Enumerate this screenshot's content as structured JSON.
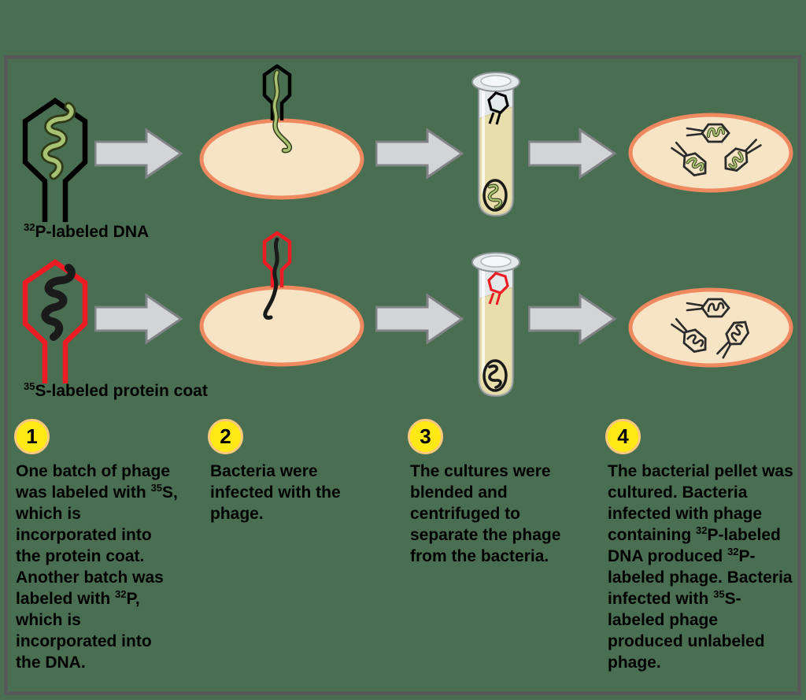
{
  "colors": {
    "bg": "#4a6e52",
    "frame": "#58595b",
    "ink": "#000000",
    "arrow_fill": "#d2d4d6",
    "arrow_stroke": "#808285",
    "cell_fill": "#f6e4c5",
    "cell_stroke": "#ef8a60",
    "coat1": "#000000",
    "coat2": "#ed1c24",
    "dna_green": "#a9c173",
    "dna_green_dark": "#2f3a16",
    "dna_dark": "#1a1a1a",
    "glass_fill": "#e3e8e9",
    "glass_stroke": "#8d9496",
    "liquid": "#e8deac",
    "circle_fill": "#ffe914",
    "circle_border": "#f9c97c"
  },
  "figure": {
    "row1": {
      "label": "^{32}P-labeled DNA"
    },
    "row2": {
      "label": "^{35}S-labeled protein coat"
    }
  },
  "steps": [
    {
      "number": "1",
      "text": "One batch of phage was labeled with ^{35}S, which is incorporated into the protein coat. Another batch was labeled with ^{32}P, which is incorporated into the DNA."
    },
    {
      "number": "2",
      "text": "Bacteria were infected with the phage."
    },
    {
      "number": "3",
      "text": "The cultures were blended and centrifuged to separate the phage from the bacteria."
    },
    {
      "number": "4",
      "text": "The bacterial pellet was cultured. Bacteria infected with phage containing ^{32}P-labeled DNA produced ^{32}P-labeled phage. Bacteria infected with ^{35}S-labeled phage produced unlabeled phage."
    }
  ]
}
